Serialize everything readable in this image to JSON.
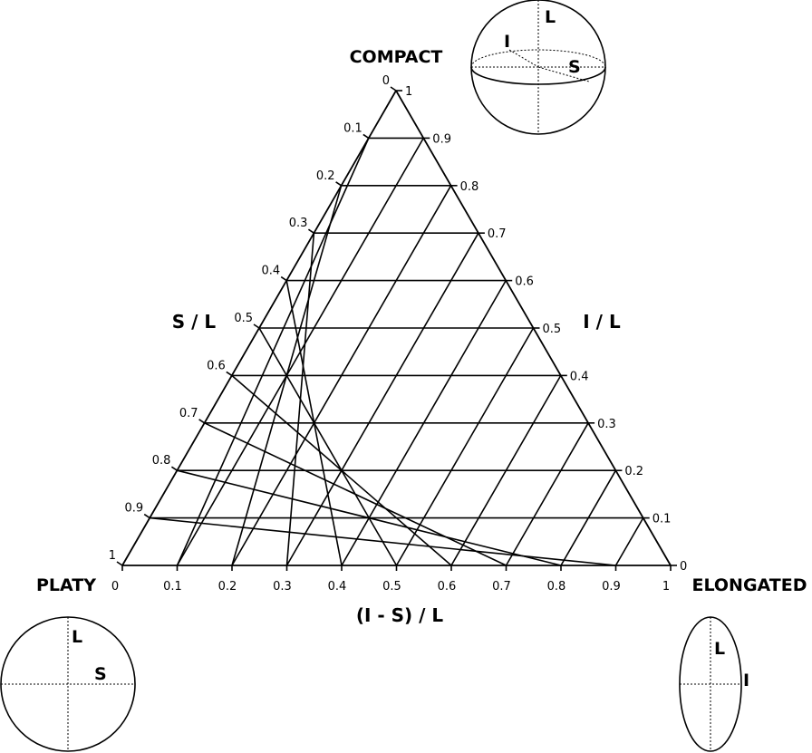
{
  "corners": {
    "top": "COMPACT",
    "left": "PLATY",
    "right": "ELONGATED"
  },
  "axes": {
    "left": "S / L",
    "right": "I / L",
    "bottom": "(I - S) / L"
  },
  "ticks": {
    "left": [
      "0",
      "0.1",
      "0.2",
      "0.3",
      "0.4",
      "0.5",
      "0.6",
      "0.7",
      "0.8",
      "0.9",
      "1"
    ],
    "right": [
      "1",
      "0.9",
      "0.8",
      "0.7",
      "0.6",
      "0.5",
      "0.4",
      "0.3",
      "0.2",
      "0.1",
      "0"
    ],
    "bottom": [
      "0",
      "0.1",
      "0.2",
      "0.3",
      "0.4",
      "0.5",
      "0.6",
      "0.7",
      "0.8",
      "0.9",
      "1"
    ]
  },
  "shapes": {
    "compact": {
      "l": "L",
      "i": "I",
      "s": "S"
    },
    "platy": {
      "l": "L",
      "s": "S"
    },
    "elongated": {
      "l": "L",
      "i": "I"
    }
  }
}
